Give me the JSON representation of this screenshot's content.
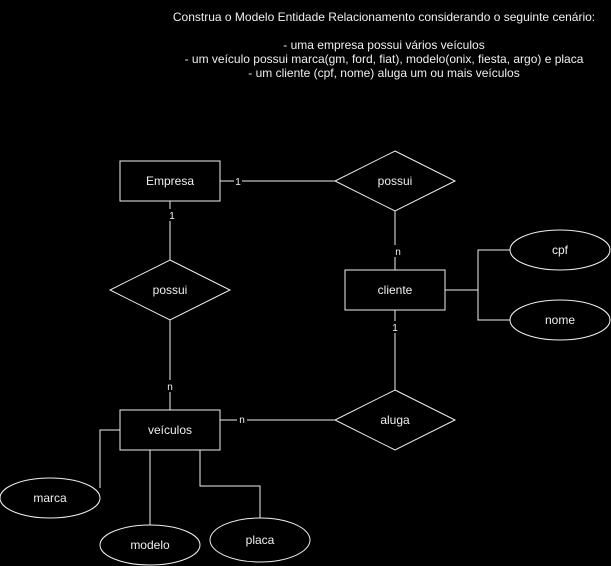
{
  "scenario": {
    "heading": "Construa o Modelo Entidade Relacionamento considerando o seguinte cenário:",
    "lines": [
      "- uma empresa possui vários veículos",
      "- um veículo possui marca(gm, ford, fiat), modelo(onix, fiesta, argo) e placa",
      "- um cliente (cpf, nome) aluga um ou mais veículos"
    ]
  },
  "entities": {
    "empresa": "Empresa",
    "cliente": "cliente",
    "veiculos": "veículos"
  },
  "relationships": {
    "possui_top": "possui",
    "possui_left": "possui",
    "aluga": "aluga"
  },
  "attributes": {
    "cpf": "cpf",
    "nome": "nome",
    "marca": "marca",
    "modelo": "modelo",
    "placa": "placa"
  },
  "cardinalities": {
    "empresa_possui_top": "1",
    "possui_top_cliente": "n",
    "empresa_possui_left": "1",
    "possui_left_veiculos": "n",
    "cliente_aluga": "1",
    "veiculos_aluga": "n"
  },
  "colors": {
    "background": "#000000",
    "stroke": "#f0f0f0",
    "text": "#f0f0f0"
  }
}
